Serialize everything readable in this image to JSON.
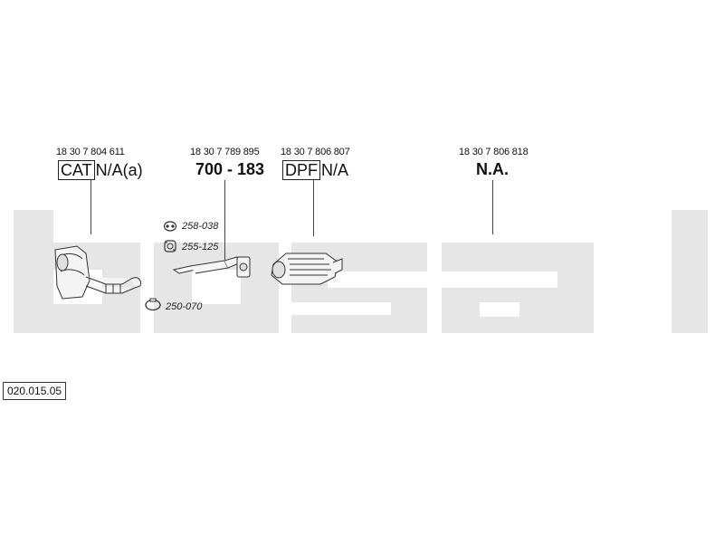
{
  "watermark": {
    "text": "bosal",
    "color": "#e6e6e6"
  },
  "diagram_code": "020.015.05",
  "parts": [
    {
      "oem": "18 30 7 804 611",
      "tag": "CAT",
      "number": "N/A(a)"
    },
    {
      "oem": "18 30 7 789 895",
      "number": "700 - 183"
    },
    {
      "oem": "18 30 7 806 807",
      "tag": "DPF",
      "number": "N/A"
    },
    {
      "oem": "18 30 7 806 818",
      "number": "N.A."
    }
  ],
  "accessories": [
    {
      "icon": "rubber-mount-icon",
      "number": "258-038"
    },
    {
      "icon": "gasket-icon",
      "number": "255-125"
    },
    {
      "icon": "clamp-icon",
      "number": "250-070"
    }
  ]
}
